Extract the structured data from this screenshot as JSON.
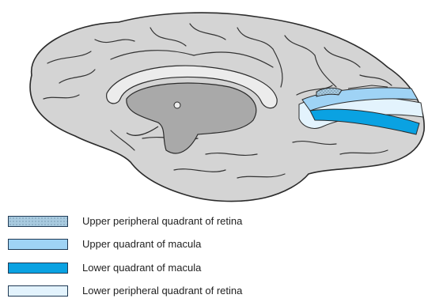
{
  "legend": {
    "items": [
      {
        "label": "Upper peripheral quadrant of retina",
        "fill": "#a9cbe0",
        "pattern": "dotted"
      },
      {
        "label": "Upper quadrant of macula",
        "fill": "#9fd3f5",
        "pattern": "solid"
      },
      {
        "label": "Lower quadrant of macula",
        "fill": "#0aa2e2",
        "pattern": "solid"
      },
      {
        "label": "Lower peripheral quadrant of retina",
        "fill": "#e3f3fd",
        "pattern": "solid"
      }
    ]
  },
  "colors": {
    "brain_fill": "#d4d4d4",
    "brain_outline": "#2b2b2b",
    "ventricle_fill": "#a9a9a9",
    "corpus_callosum_fill": "#ececec"
  }
}
